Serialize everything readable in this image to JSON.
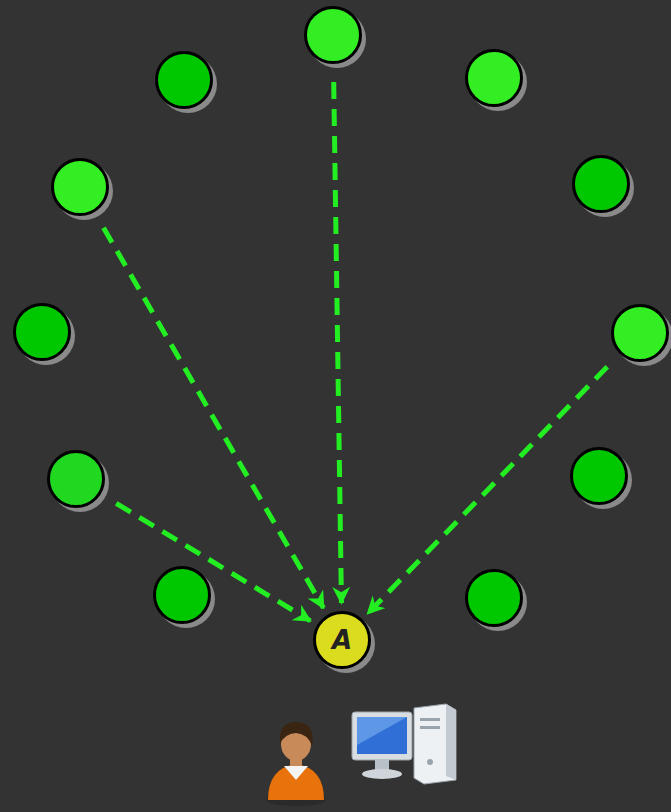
{
  "diagram": {
    "nodes": [
      {
        "text": []
      },
      {
        "text": []
      },
      {
        "text": []
      },
      {
        "text": []
      },
      {
        "text": []
      },
      {
        "text": []
      },
      {
        "text": []
      },
      {
        "text": []
      },
      {
        "text": []
      },
      {
        "text": []
      },
      {
        "text": []
      },
      {
        "text": [
          "A"
        ]
      }
    ],
    "edges": [
      {
        "from": 0,
        "to": 11,
        "arrow": "to"
      },
      {
        "from": 3,
        "to": 11,
        "arrow": "to"
      },
      {
        "from": 7,
        "to": 11,
        "arrow": "to"
      },
      {
        "from": 6,
        "to": 11,
        "arrow": "to"
      }
    ]
  }
}
